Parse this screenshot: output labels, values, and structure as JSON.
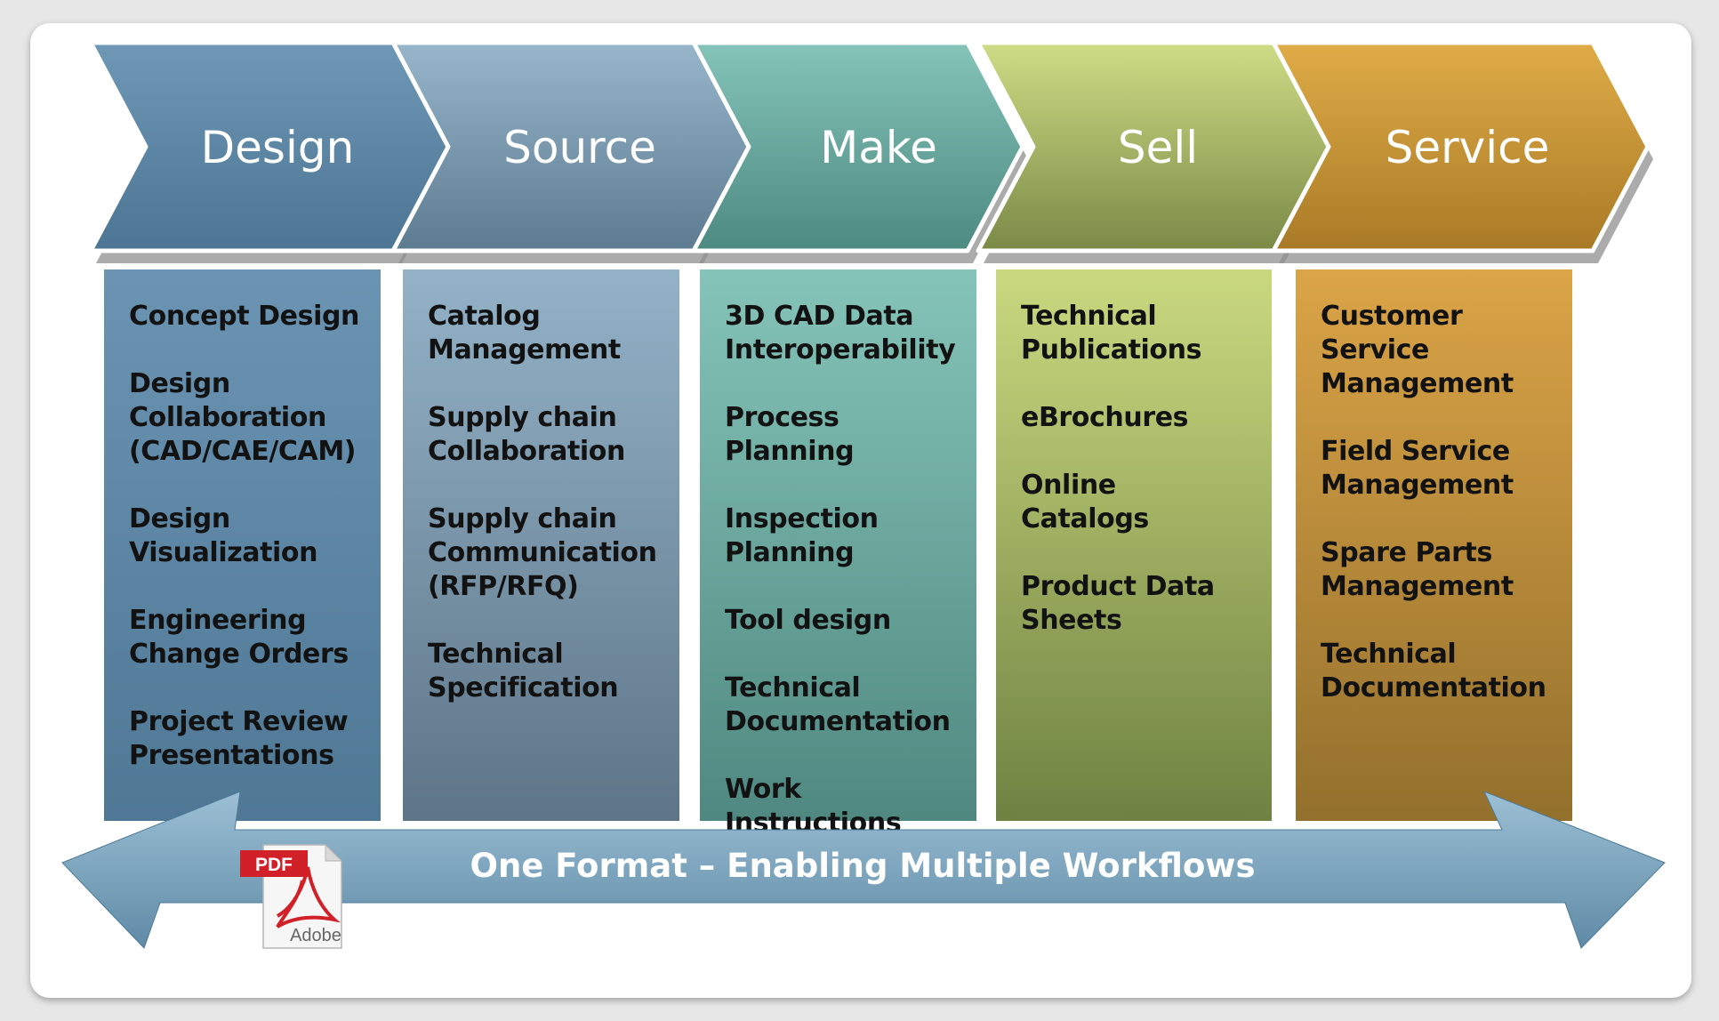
{
  "stages": [
    {
      "label": "Design",
      "colors": {
        "chevron_top": "#6f98b6",
        "chevron_bottom": "#4c7593",
        "col_top": "#6b94b3",
        "col_bottom": "#4f7895"
      },
      "items": [
        "Concept Design",
        "Design\nCollaboration\n(CAD/CAE/CAM)",
        "Design\nVisualization",
        "Engineering\nChange Orders",
        "Project Review\nPresentations"
      ]
    },
    {
      "label": "Source",
      "colors": {
        "chevron_top": "#97b6cb",
        "chevron_bottom": "#5d7b90",
        "col_top": "#93b2c7",
        "col_bottom": "#5e7588"
      },
      "items": [
        "Catalog\nManagement",
        "Supply chain\nCollaboration",
        "Supply chain\nCommunication\n(RFP/RFQ)",
        "Technical\nSpecification"
      ]
    },
    {
      "label": "Make",
      "colors": {
        "chevron_top": "#85c4b9",
        "chevron_bottom": "#4d8a82",
        "col_top": "#85c4b9",
        "col_bottom": "#4f8880"
      },
      "items": [
        "3D CAD Data\nInteroperability",
        "Process Planning",
        "Inspection\nPlanning",
        "Tool design",
        "Technical\nDocumentation",
        "Work\nInstructions"
      ]
    },
    {
      "label": "Sell",
      "colors": {
        "chevron_top": "#cfdc86",
        "chevron_bottom": "#7a8a46",
        "col_top": "#cad97f",
        "col_bottom": "#6f8242"
      },
      "items": [
        "Technical\nPublications",
        "eBrochures",
        "Online Catalogs",
        "Product Data\nSheets"
      ]
    },
    {
      "label": "Service",
      "colors": {
        "chevron_top": "#e0ac48",
        "chevron_bottom": "#a97a26",
        "col_top": "#dba447",
        "col_bottom": "#93702d"
      },
      "items": [
        "Customer\nService\nManagement",
        "Field Service\nManagement",
        "Spare Parts\nManagement",
        "Technical\nDocumentation"
      ]
    }
  ],
  "banner": {
    "text": "One Format – Enabling Multiple Workflows",
    "color_top": "#9cc0d5",
    "color_bottom": "#5f8aa6"
  },
  "pdf_icon": {
    "label": "PDF",
    "brand": "Adobe",
    "accent": "#d12027"
  }
}
